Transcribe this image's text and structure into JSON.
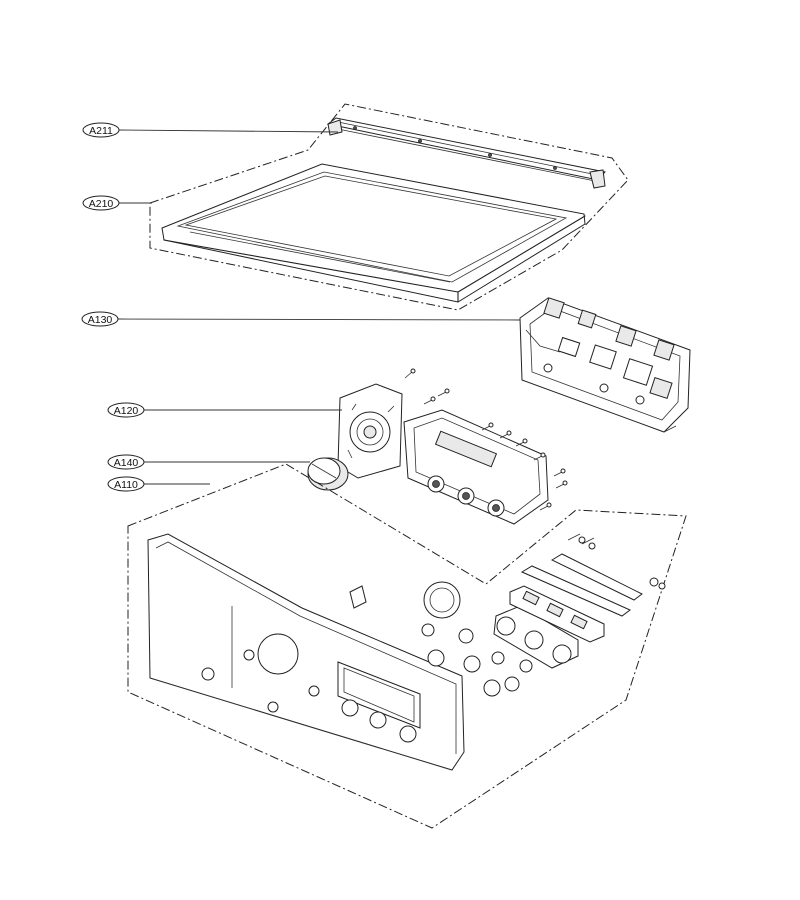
{
  "callouts": [
    {
      "id": "a211",
      "label": "A211"
    },
    {
      "id": "a210",
      "label": "A210"
    },
    {
      "id": "a130",
      "label": "A130"
    },
    {
      "id": "a120",
      "label": "A120"
    },
    {
      "id": "a140",
      "label": "A140"
    },
    {
      "id": "a110",
      "label": "A110"
    }
  ]
}
